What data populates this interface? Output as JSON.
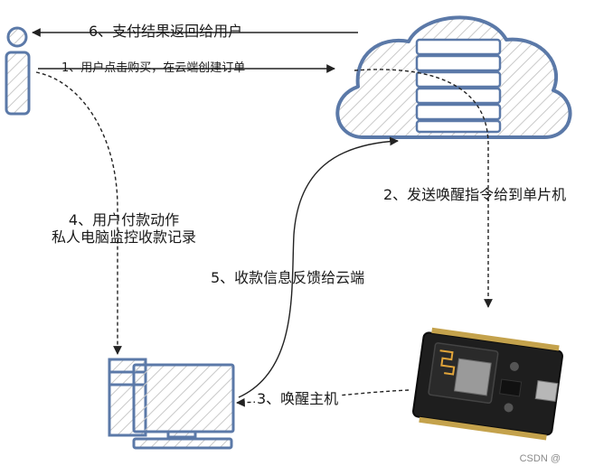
{
  "colors": {
    "outline": "#5b79a8",
    "line": "#222222",
    "board": "#1e1e1e",
    "board_accent": "#e2a53a",
    "chip": "#9a9a9a"
  },
  "icons": {
    "user": "user-icon",
    "cloud": "cloud-server-icon",
    "pc": "desktop-computer-icon",
    "board": "esp8266-board-icon"
  },
  "steps": {
    "s1": "1、用户点击购买，在云端创建订单",
    "s2": "2、发送唤醒指令给到单片机",
    "s3": "3、唤醒主机",
    "s4_line1": "4、用户付款动作",
    "s4_line2": "私人电脑监控收款记录",
    "s5": "5、收款信息反馈给云端",
    "s6": "6、支付结果返回给用户"
  },
  "watermark": "CSDN @"
}
